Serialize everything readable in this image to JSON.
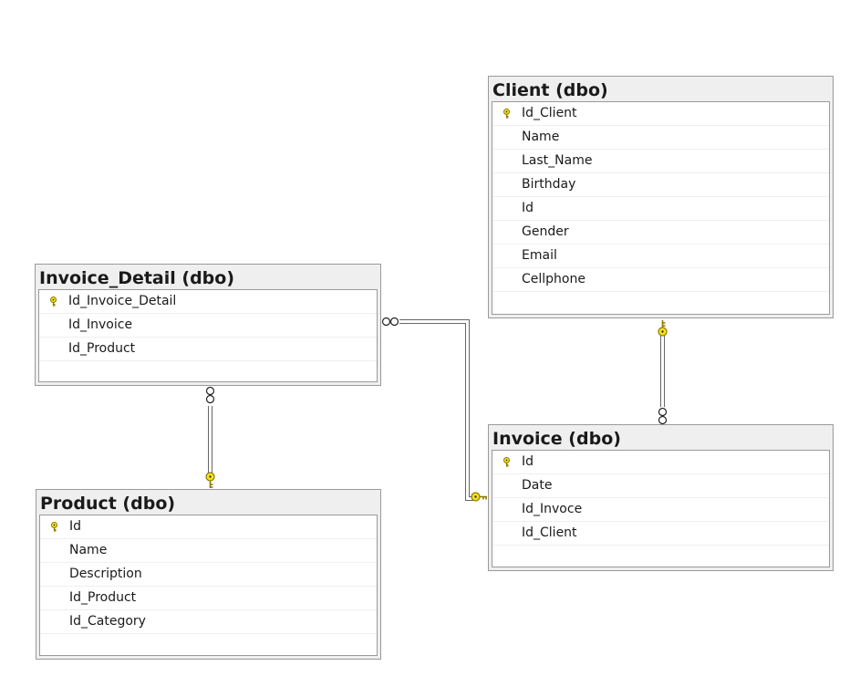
{
  "tables": {
    "invoice_detail": {
      "title": "Invoice_Detail (dbo)",
      "columns": [
        {
          "name": "Id_Invoice_Detail",
          "pk": true
        },
        {
          "name": "Id_Invoice",
          "pk": false
        },
        {
          "name": "Id_Product",
          "pk": false
        }
      ]
    },
    "client": {
      "title": "Client (dbo)",
      "columns": [
        {
          "name": "Id_Client",
          "pk": true
        },
        {
          "name": "Name",
          "pk": false
        },
        {
          "name": "Last_Name",
          "pk": false
        },
        {
          "name": "Birthday",
          "pk": false
        },
        {
          "name": "Id",
          "pk": false
        },
        {
          "name": "Gender",
          "pk": false
        },
        {
          "name": "Email",
          "pk": false
        },
        {
          "name": "Cellphone",
          "pk": false
        }
      ]
    },
    "product": {
      "title": "Product (dbo)",
      "columns": [
        {
          "name": "Id",
          "pk": true
        },
        {
          "name": "Name",
          "pk": false
        },
        {
          "name": "Description",
          "pk": false
        },
        {
          "name": "Id_Product",
          "pk": false
        },
        {
          "name": "Id_Category",
          "pk": false
        }
      ]
    },
    "invoice": {
      "title": "Invoice (dbo)",
      "columns": [
        {
          "name": "Id",
          "pk": true
        },
        {
          "name": "Date",
          "pk": false
        },
        {
          "name": "Id_Invoce",
          "pk": false
        },
        {
          "name": "Id_Client",
          "pk": false
        }
      ]
    }
  },
  "relationships": [
    {
      "from": "invoice_detail",
      "to": "product",
      "many_side": "invoice_detail",
      "one_side": "product"
    },
    {
      "from": "invoice_detail",
      "to": "invoice",
      "many_side": "invoice_detail",
      "one_side": "invoice"
    },
    {
      "from": "invoice",
      "to": "client",
      "many_side": "invoice",
      "one_side": "client"
    }
  ],
  "colors": {
    "key_fill": "#f7e11c",
    "key_stroke": "#8a7a00",
    "connector": "#555555"
  },
  "icons": {
    "primary_key": "key-icon",
    "many_end": "infinity-icon",
    "one_end": "key-icon"
  }
}
